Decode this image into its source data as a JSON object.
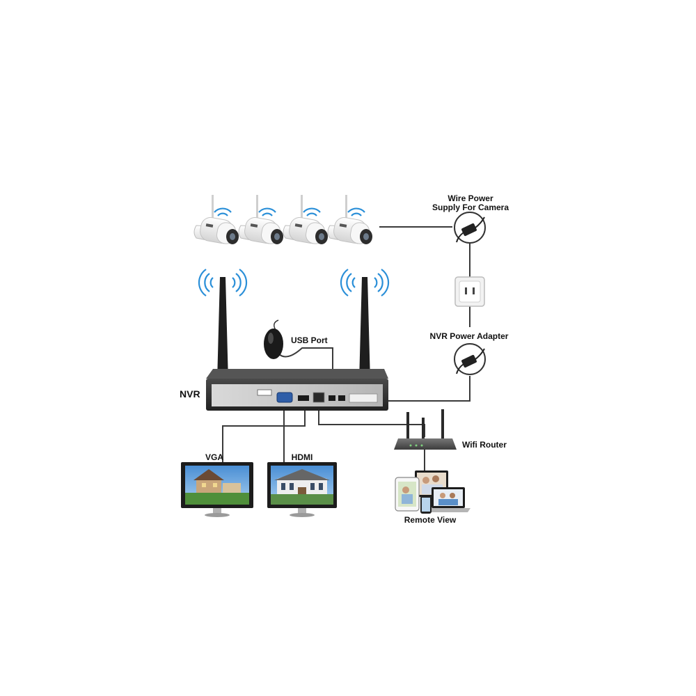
{
  "diagram": {
    "labels": {
      "camera_power": [
        "Wire Power",
        "Supply For Camera"
      ],
      "usb_port": "USB Port",
      "nvr": "NVR",
      "nvr_power": "NVR Power Adapter",
      "router": "Wifi Router",
      "vga": "VGA",
      "hdmi": "HDMI",
      "remote_view": "Remote View"
    },
    "components": {
      "cameras": [
        "wireless-camera",
        "wireless-camera",
        "wireless-camera",
        "wireless-camera"
      ],
      "nvr_antennas": [
        "antenna",
        "antenna"
      ],
      "devices": [
        "nvr",
        "usb-mouse",
        "wall-socket",
        "power-adapter",
        "power-adapter",
        "wifi-router",
        "vga-monitor",
        "hdmi-monitor",
        "desktop-monitor",
        "tablet",
        "laptop",
        "phone"
      ]
    },
    "colors": {
      "wire": "#3a3a3a",
      "wifi_signal": "#2a8fd8",
      "nvr_body": "#3b3b3b",
      "nvr_panel": "#c9c9c9",
      "camera_body": "#f4f4f4",
      "screen_sky": "#6aa8e0",
      "screen_grass": "#4f8f3a"
    }
  }
}
